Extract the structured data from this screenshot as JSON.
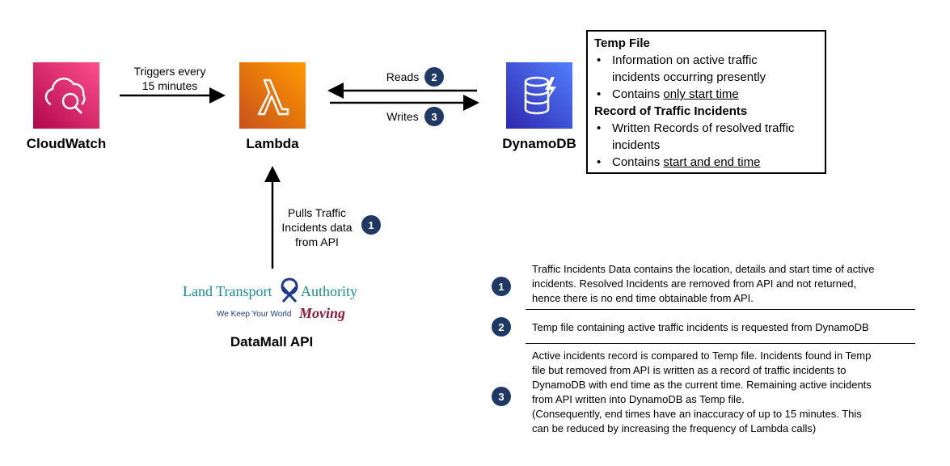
{
  "services": {
    "cloudwatch": {
      "label": "CloudWatch",
      "icon": "cloudwatch-icon",
      "color": "#e7157b"
    },
    "lambda": {
      "label": "Lambda",
      "icon": "lambda-icon",
      "color": "#f58534"
    },
    "dynamodb": {
      "label": "DynamoDB",
      "icon": "dynamodb-icon",
      "color": "#3b48cc"
    },
    "datamall": {
      "label": "DataMall API"
    }
  },
  "logo": {
    "line1_left": "Land Transport",
    "line1_right": "Authority",
    "line2_left": "We Keep Your World",
    "line2_right": "Moving"
  },
  "arrows": {
    "triggers_line1": "Triggers every",
    "triggers_line2": "15 minutes",
    "reads": "Reads",
    "writes": "Writes",
    "pulls_line1": "Pulls Traffic",
    "pulls_line2": "Incidents data",
    "pulls_line3": "from API"
  },
  "badges": {
    "one": "1",
    "two": "2",
    "three": "3",
    "color": "#1f3864"
  },
  "box": {
    "temp_heading": "Temp File",
    "temp_b1_line1": "Information on active traffic",
    "temp_b1_line2": "incidents occurring presently",
    "temp_b2_prefix": "Contains ",
    "temp_b2_underlined": "only start time",
    "record_heading": "Record of Traffic Incidents",
    "record_b1_line1": "Written Records of resolved traffic",
    "record_b1_line2": "incidents",
    "record_b2_prefix": "Contains ",
    "record_b2_underlined": "start and end time"
  },
  "notes": {
    "n1": [
      "Traffic Incidents Data contains the location, details and start time of active",
      "incidents. Resolved Incidents are removed from API and not returned,",
      "hence there is no end time obtainable from API."
    ],
    "n2": [
      "Temp file containing active traffic incidents is requested from DynamoDB"
    ],
    "n3": [
      "Active incidents record is compared to Temp file. Incidents found in Temp",
      "file but removed from API is written as a record of traffic incidents to",
      "DynamoDB with end time as the current time. Remaining active incidents",
      "from API written into DynamoDB as Temp file.",
      "(Consequently, end times have an inaccuracy of up to 15 minutes. This",
      "can be reduced by increasing the frequency of Lambda calls)"
    ]
  }
}
